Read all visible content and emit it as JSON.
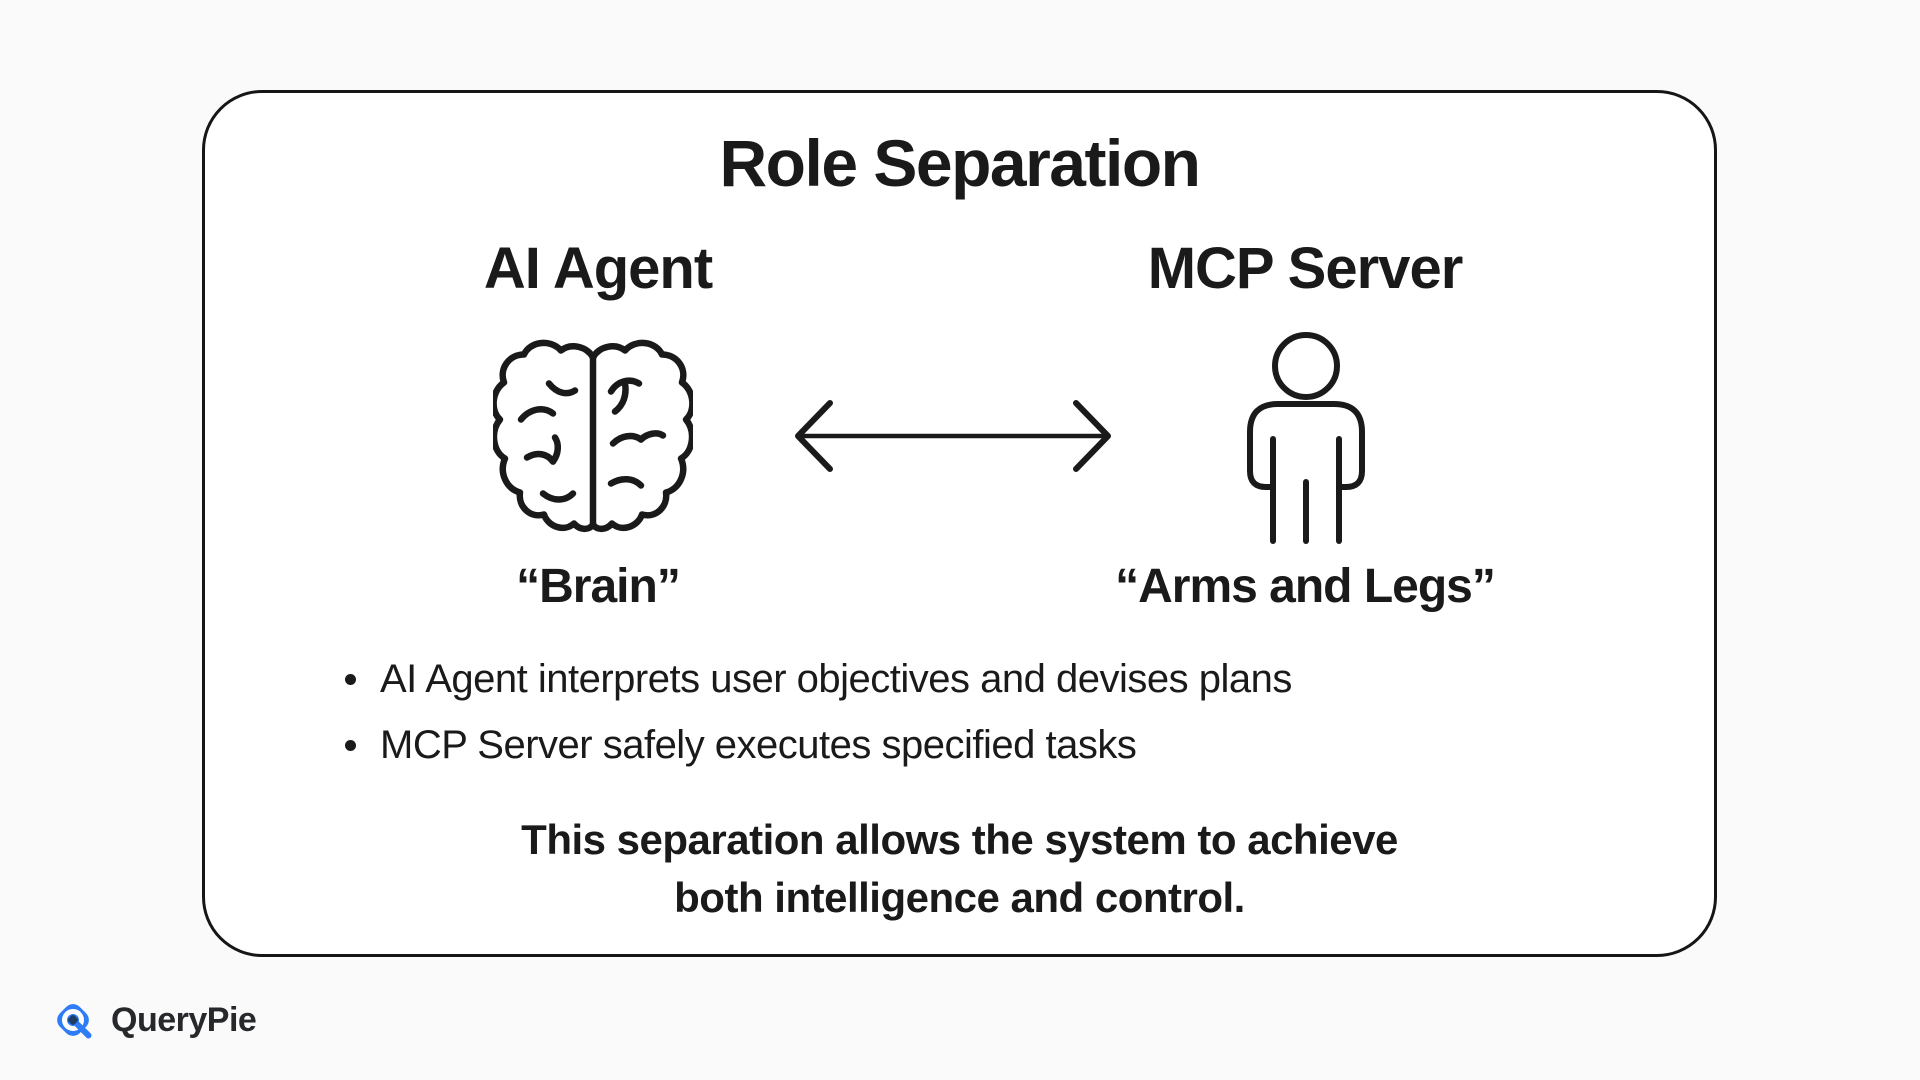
{
  "colors": {
    "page_bg": "#fafafa",
    "card_bg": "#ffffff",
    "card_border": "#161616",
    "text": "#1a1a1a",
    "logo_blue": "#2e7cf6",
    "logo_navy": "#1d3e66",
    "logo_text": "#26282b"
  },
  "card": {
    "title": "Role Separation",
    "left_column": {
      "heading": "AI Agent",
      "icon": "brain-icon",
      "caption": "“Brain”"
    },
    "right_column": {
      "heading": "MCP Server",
      "icon": "person-icon",
      "caption": "“Arms and Legs”"
    },
    "connector": {
      "icon": "bidirectional-arrow-icon"
    },
    "bullets": [
      "AI Agent interprets user objectives and devises plans",
      "MCP Server safely executes specified tasks"
    ],
    "closing": {
      "line1": "This separation allows the system to achieve",
      "line2": "both intelligence and control."
    }
  },
  "footer": {
    "brand": "QueryPie"
  }
}
